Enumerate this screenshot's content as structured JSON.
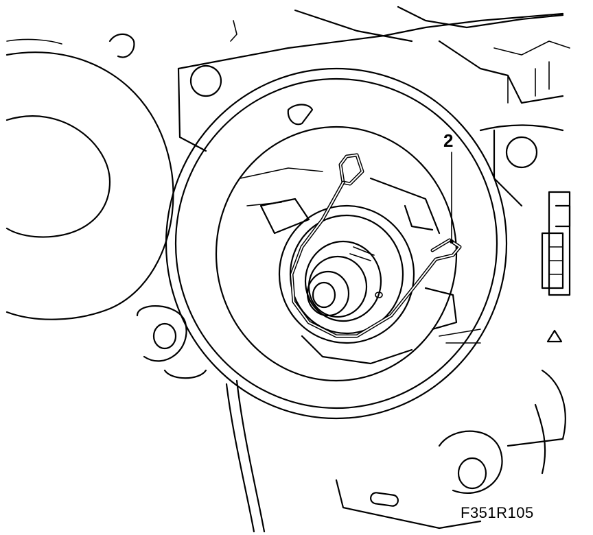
{
  "figure": {
    "callouts": [
      {
        "id": "callout-2",
        "label": "2"
      }
    ],
    "figure_id": "F351R105"
  },
  "colors": {
    "line": "#000000",
    "background": "#ffffff"
  }
}
